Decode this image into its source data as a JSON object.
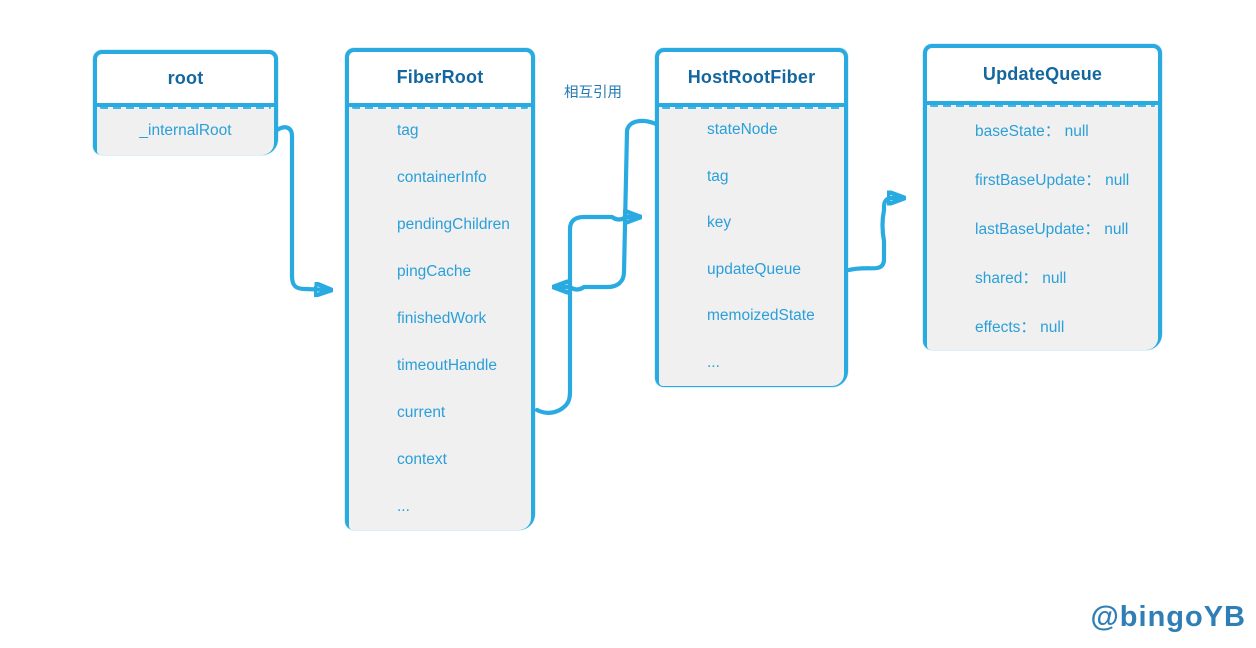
{
  "colors": {
    "stroke": "#29abe2",
    "title_text": "#14679e",
    "field_text": "#2b9fd9",
    "body_fill": "#f0f0f0",
    "header_fill": "#ffffff",
    "label_text": "#1f78b4",
    "watermark_text": "#2f7eb5"
  },
  "entities": [
    {
      "id": "root",
      "title": "root",
      "fields": [
        "_internalRoot"
      ]
    },
    {
      "id": "fiber-root",
      "title": "FiberRoot",
      "fields": [
        "tag",
        "containerInfo",
        "pendingChildren",
        "pingCache",
        "finishedWork",
        "timeoutHandle",
        "current",
        "context",
        "..."
      ]
    },
    {
      "id": "host-root-fiber",
      "title": "HostRootFiber",
      "fields": [
        "stateNode",
        "tag",
        "key",
        "updateQueue",
        "memoizedState",
        "..."
      ]
    },
    {
      "id": "update-queue",
      "title": "UpdateQueue",
      "fields": [
        "baseState： null",
        "firstBaseUpdate： null",
        "lastBaseUpdate： null",
        "shared： null",
        "effects： null"
      ]
    }
  ],
  "annotations": {
    "mutual_reference_label": "相互引用",
    "watermark": "@bingoYB"
  },
  "connections": [
    {
      "from": "root._internalRoot",
      "to": "FiberRoot"
    },
    {
      "from": "HostRootFiber.stateNode",
      "to": "FiberRoot"
    },
    {
      "from": "FiberRoot.current",
      "to": "HostRootFiber"
    },
    {
      "from": "HostRootFiber.updateQueue",
      "to": "UpdateQueue"
    }
  ]
}
